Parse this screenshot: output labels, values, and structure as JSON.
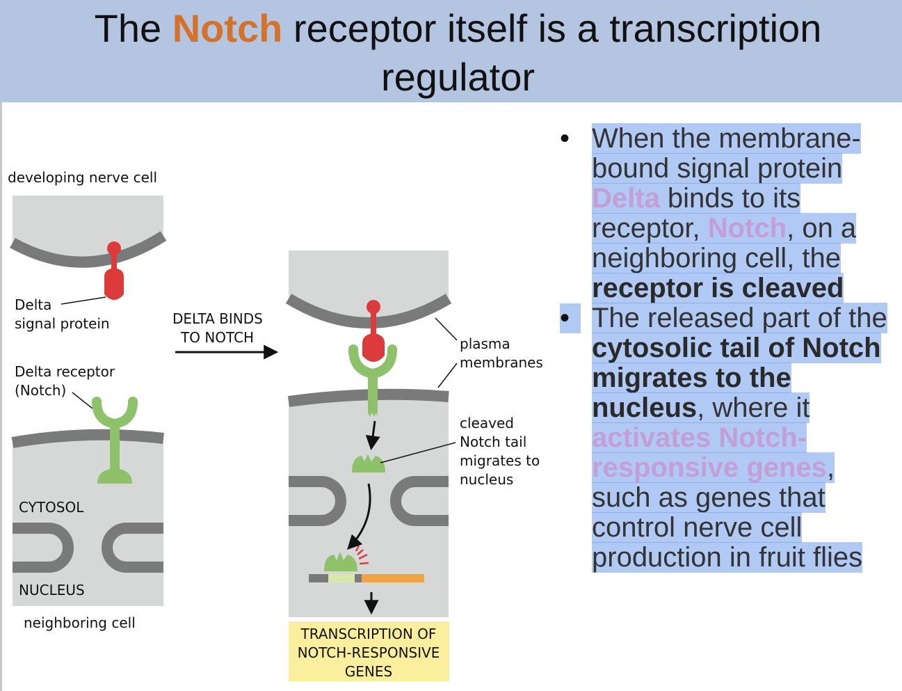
{
  "slide": {
    "title_pre": "The ",
    "title_accent": "Notch",
    "title_post": " receptor itself is a transcription regulator",
    "accent_color": "#d4722a"
  },
  "figure": {
    "developing_cell": "developing nerve cell",
    "delta_signal_1": "Delta",
    "delta_signal_2": "signal protein",
    "delta_receptor_1": "Delta receptor",
    "delta_receptor_2": "(Notch)",
    "cytosol": "CYTOSOL",
    "nucleus": "NUCLEUS",
    "neighboring_cell": "neighboring cell",
    "arrow_label_1": "DELTA BINDS",
    "arrow_label_2": "TO NOTCH",
    "plasma_1": "plasma",
    "plasma_2": "membranes",
    "cleaved_1": "cleaved",
    "cleaved_2": "Notch tail",
    "cleaved_3": "migrates to",
    "cleaved_4": "nucleus",
    "transcription_1": "TRANSCRIPTION OF",
    "transcription_2": "NOTCH-RESPONSIVE",
    "transcription_3": "GENES",
    "colors": {
      "delta": "#dd3b3b",
      "notch": "#8dc26b",
      "membrane": "#7a7a7a",
      "cell": "#d6d8d8",
      "gene_bar": "#f0a347",
      "transcription_box": "#fbef9e"
    }
  },
  "bullets": {
    "marker": "•",
    "b1_1": "When the membrane-bound signal protein ",
    "b1_kw1": "Delta",
    "b1_2": " binds to its receptor, ",
    "b1_kw2": "Notch",
    "b1_3": ", on a neighboring cell, the ",
    "b1_bold": "receptor is cleaved",
    "b2_1": "The released part of the ",
    "b2_bold": "cytosolic tail of Notch migrates to the nucleus",
    "b2_2": ", where it ",
    "b2_kw": "activates Notch-responsive genes",
    "b2_3": ", such as genes that control nerve cell production in fruit flies"
  }
}
